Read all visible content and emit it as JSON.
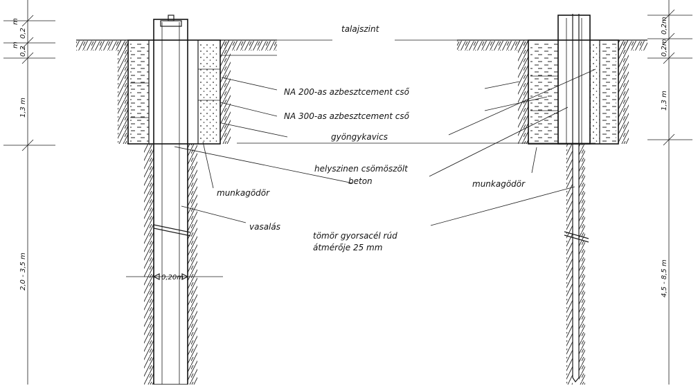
{
  "labels": {
    "ground_level": "talajszint",
    "pipe_200": "NA  200-as  azbesztcement  cső",
    "pipe_300": "NA  300-as  azbesztcement  cső",
    "gravel": "gyöngykavics",
    "concrete_line1": "helyszinen  csömöszölt",
    "concrete_line2": "beton",
    "work_pit_left": "munkagödör",
    "work_pit_right": "munkagödör",
    "reinforcement": "vasalás",
    "rod_line1": "tömör  gyorsacél  rúd",
    "rod_line2": "átmérője  25  mm",
    "diameter": "0,20m"
  },
  "dimensions_left": {
    "unit_top": "m",
    "d1": "0,2",
    "unit_mid": "m",
    "d2": "0,2",
    "d3": "1,3  m",
    "d4": "2,0  -  3,5  m"
  },
  "dimensions_right": {
    "d1": "0,2m",
    "d2": "0,2m",
    "d3": "1,3  m",
    "d4": "4,5 - 8,5  m"
  }
}
